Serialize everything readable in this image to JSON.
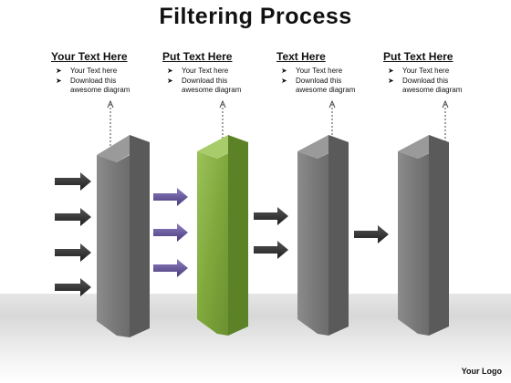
{
  "title": "Filtering Process",
  "columns": [
    {
      "heading": "Your Text Here",
      "bullets": [
        "Your Text here",
        "Download this awesome diagram"
      ]
    },
    {
      "heading": "Put Text Here",
      "bullets": [
        "Your Text here",
        "Download this awesome diagram"
      ]
    },
    {
      "heading": "Text Here",
      "bullets": [
        "Your Text here",
        "Download this awesome diagram"
      ]
    },
    {
      "heading": "Put Text Here",
      "bullets": [
        "Your Text here",
        "Download this awesome diagram"
      ]
    }
  ],
  "stages": [
    {
      "incoming_arrows": 4,
      "arrow_color": "#2a2a2a",
      "panel_color": "#7a7a7a"
    },
    {
      "incoming_arrows": 3,
      "arrow_color": "#5a4a8a",
      "panel_color": "#7fa83c"
    },
    {
      "incoming_arrows": 2,
      "arrow_color": "#2a2a2a",
      "panel_color": "#7a7a7a"
    },
    {
      "incoming_arrows": 1,
      "arrow_color": "#2a2a2a",
      "panel_color": "#7a7a7a"
    }
  ],
  "bullet_glyph": "➤",
  "logo": "Your Logo",
  "colors": {
    "gray_panel": "#7a7a7a",
    "green_panel": "#7fa83c",
    "purple_arrow": "#5a4a8a",
    "dark_arrow": "#2a2a2a"
  }
}
